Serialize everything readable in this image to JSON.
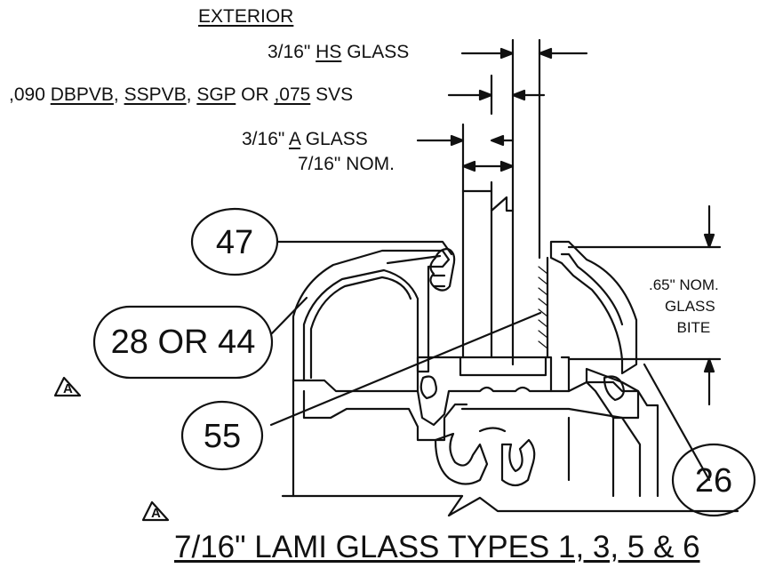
{
  "header": {
    "exterior": "EXTERIOR"
  },
  "callouts": {
    "hs_glass": {
      "pre": "3/16\" ",
      "u": "HS",
      "post": " GLASS"
    },
    "interlayer": {
      "p1": ",090 ",
      "u1": "DBPVB",
      "p2": ", ",
      "u2": "SSPVB",
      "p3": ", ",
      "u3": "SGP",
      "p4": " OR ",
      "u4": ",075",
      "p5": " SVS"
    },
    "a_glass": {
      "pre": "3/16\" ",
      "u": "A",
      "post": " GLASS"
    },
    "nominal": "7/16\" NOM.",
    "glass_bite": {
      "line1": ".65\" NOM.",
      "line2": "GLASS",
      "line3": "BITE"
    }
  },
  "bubbles": {
    "b47": "47",
    "b28": "28 OR 44",
    "b55": "55",
    "b26": "26"
  },
  "revision_marker": "A",
  "footer_title": "7/16\" LAMI GLASS TYPES 1, 3, 5 & 6"
}
